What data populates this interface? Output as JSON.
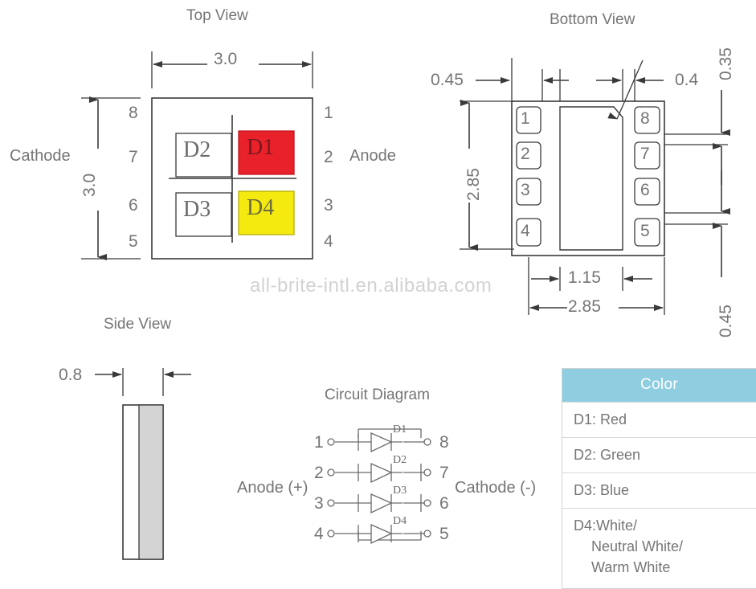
{
  "document": {
    "watermark": "all-brite-intl.en.alibaba.com"
  },
  "views": {
    "top": {
      "title": "Top View",
      "width_dim": "3.0",
      "height_dim": "3.0",
      "left_label": "Cathode",
      "right_label": "Anode",
      "left_pins": [
        "8",
        "7",
        "6",
        "5"
      ],
      "right_pins": [
        "1",
        "2",
        "3",
        "4"
      ],
      "dies": [
        {
          "id": "D2",
          "fill": "#ffffff"
        },
        {
          "id": "D1",
          "fill": "#e8212b"
        },
        {
          "id": "D3",
          "fill": "#ffffff"
        },
        {
          "id": "D4",
          "fill": "#f5ea10"
        }
      ]
    },
    "bottom": {
      "title": "Bottom View",
      "dim_left_offset": "0.45",
      "dim_right_offset": "0.4",
      "dim_height": "2.85",
      "dim_pad_pitch_top": "0.35",
      "dim_pad_pitch_bottom": "0.45",
      "dim_inner_width": "1.15",
      "dim_width": "2.85",
      "left_pads": [
        "1",
        "2",
        "3",
        "4"
      ],
      "right_pads": [
        "8",
        "7",
        "6",
        "5"
      ]
    },
    "side": {
      "title": "Side View",
      "thickness_dim": "0.8"
    }
  },
  "circuit": {
    "title": "Circuit Diagram",
    "anode_label": "Anode (+)",
    "cathode_label": "Cathode (-)",
    "rows": [
      {
        "anode_pin": "1",
        "diode": "D1",
        "cathode_pin": "8"
      },
      {
        "anode_pin": "2",
        "diode": "D2",
        "cathode_pin": "7"
      },
      {
        "anode_pin": "3",
        "diode": "D3",
        "cathode_pin": "6"
      },
      {
        "anode_pin": "4",
        "diode": "D4",
        "cathode_pin": "5"
      }
    ]
  },
  "color_table": {
    "header": "Color",
    "header_bg": "#8ecee0",
    "rows": [
      {
        "text": "D1: Red"
      },
      {
        "text": "D2: Green"
      },
      {
        "text": "D3: Blue"
      }
    ],
    "last_row": {
      "line1": "D4:White/",
      "line2": "Neutral White/",
      "line3": "Warm White"
    }
  }
}
